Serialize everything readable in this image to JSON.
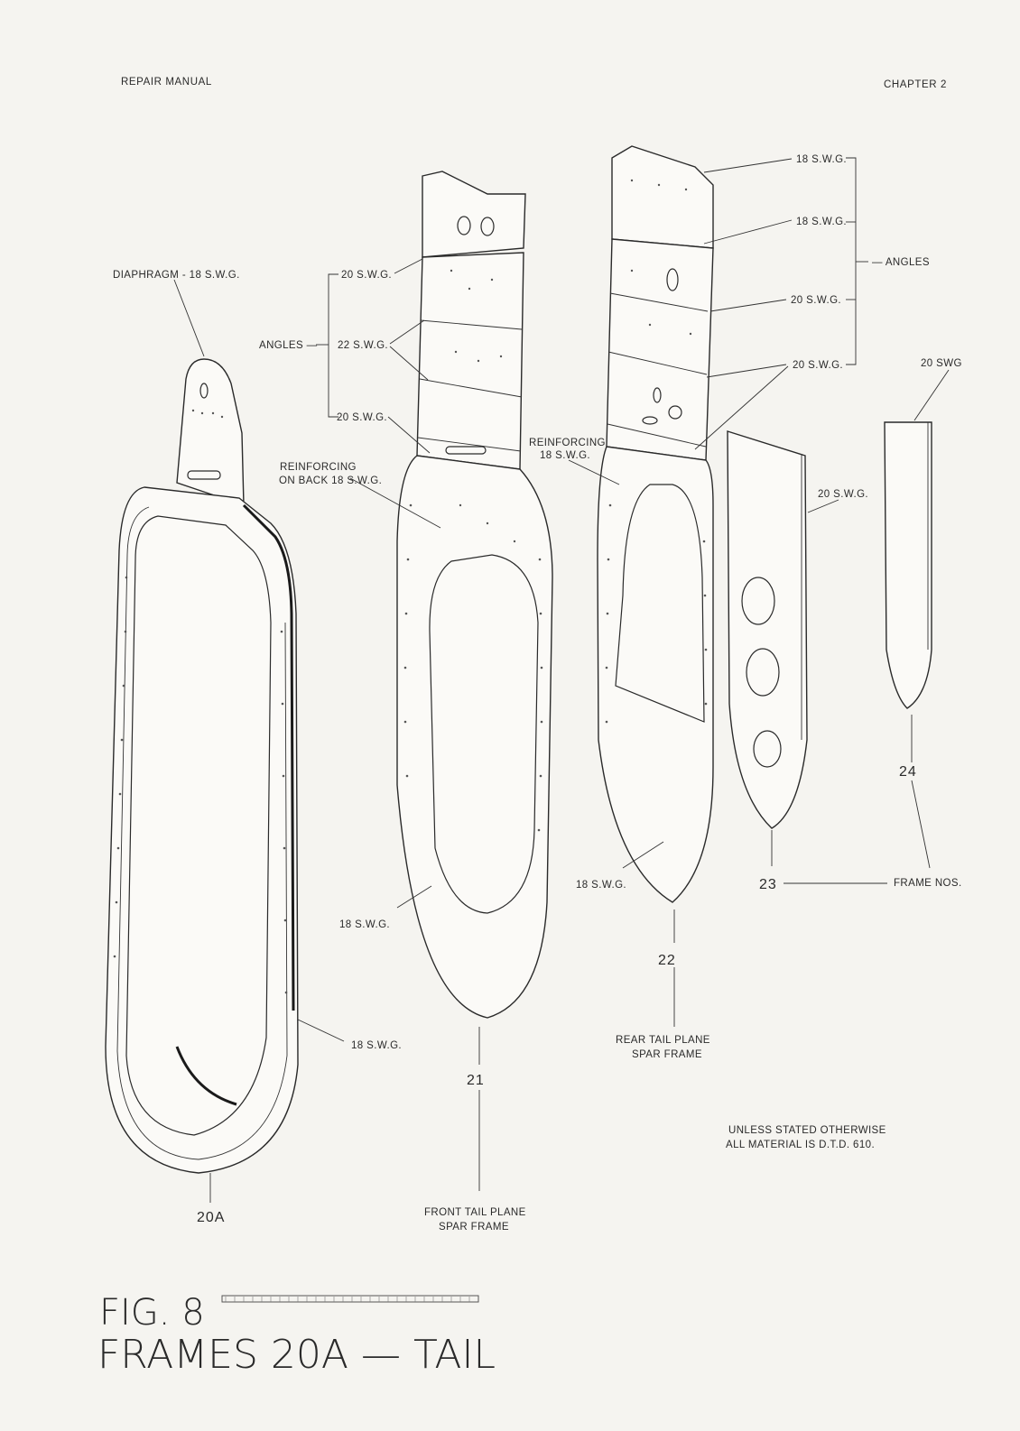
{
  "header": {
    "left": "REPAIR MANUAL",
    "right": "CHAPTER 2"
  },
  "labels": {
    "diaphragm": "DIAPHRAGM - 18 S.W.G.",
    "angles_left": "ANGLES —",
    "angles_left_top": "20 S.W.G.",
    "angles_left_mid": "22 S.W.G.",
    "angles_left_bot": "20 S.W.G.",
    "reinforcing_back_1": "REINFORCING",
    "reinforcing_back_2": "ON BACK 18 S.W.G.",
    "f21_swg": "18 S.W.G.",
    "f20a_swg": "18 S.W.G.",
    "right_18a": "18 S.W.G.",
    "right_18b": "18 S.W.G.",
    "angles_right": "— ANGLES",
    "right_20a": "20 S.W.G.",
    "right_20b": "20 S.W.G.",
    "reinforcing_1": "REINFORCING",
    "reinforcing_2": "18 S.W.G.",
    "f22_swg": "18 S.W.G.",
    "f23_swg": "20 S.W.G.",
    "f24_swg": "20 SWG",
    "frame_nos": "FRAME NOS."
  },
  "frames": {
    "f20a": "20A",
    "f21": "21",
    "f22": "22",
    "f23": "23",
    "f24": "24"
  },
  "captions": {
    "front_1": "FRONT TAIL PLANE",
    "front_2": "SPAR FRAME",
    "rear_1": "REAR TAIL PLANE",
    "rear_2": "SPAR FRAME",
    "note_1": "UNLESS STATED OTHERWISE",
    "note_2": "ALL MATERIAL IS D.T.D. 610."
  },
  "figure": {
    "number": "FIG. 8",
    "title": "FRAMES 20A — TAIL"
  }
}
